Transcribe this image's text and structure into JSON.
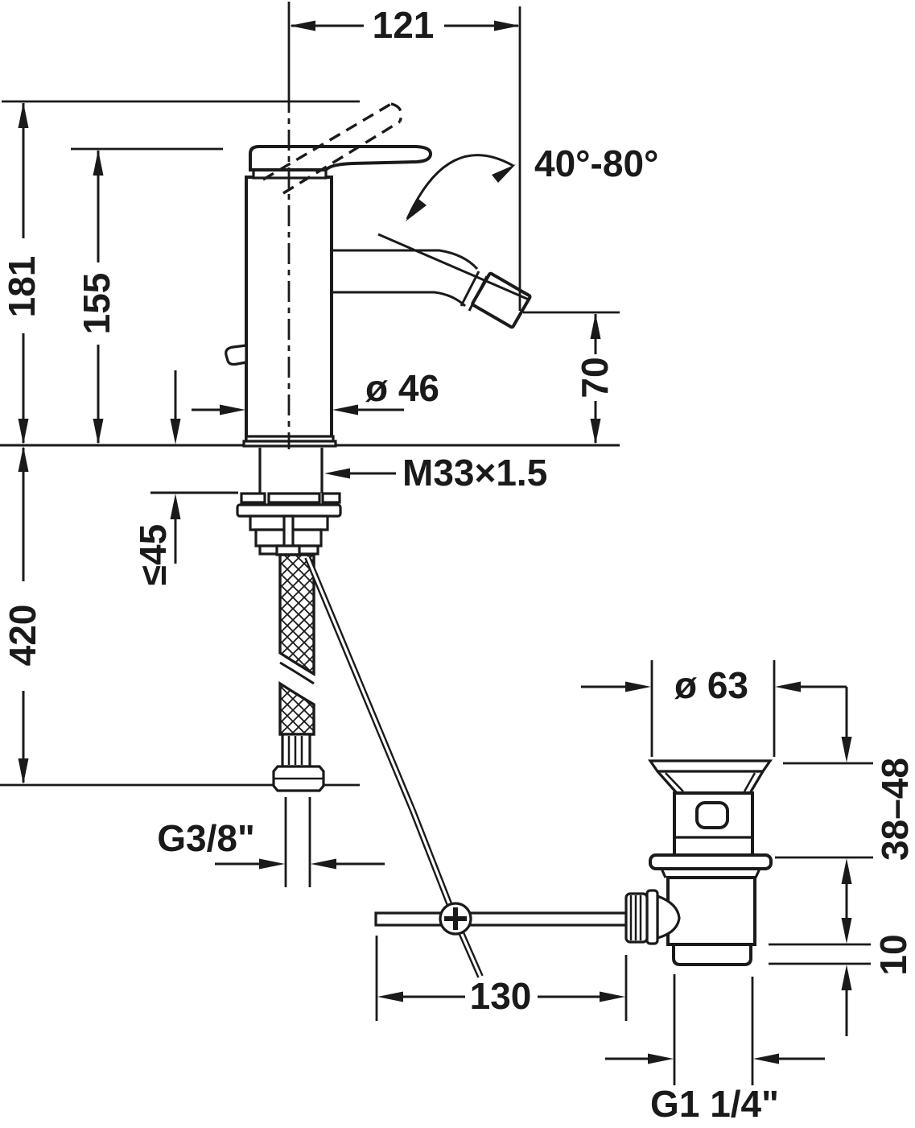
{
  "drawing": {
    "type": "technical-dimension-drawing",
    "subject": "single-lever bidet mixer with pop-up waste set",
    "ink_color": "#1a1a1a",
    "background_color": "#ffffff",
    "dimensions": {
      "spout_reach": "121",
      "handle_angle_range": "40°-80°",
      "overall_height": "181",
      "height_to_handle_top": "155",
      "body_diameter": "ø 46",
      "spout_outlet_height": "70",
      "mounting_thread": "M33×1.5",
      "max_deck_thickness": "≤45",
      "supply_hose_length": "420",
      "supply_connection_thread": "G3/8\"",
      "waste_flange_diameter": "ø 63",
      "clamping_range": "38–48",
      "pull_rod_length": "130",
      "flange_height": "10",
      "waste_outlet_thread": "G1 1/4\""
    }
  }
}
